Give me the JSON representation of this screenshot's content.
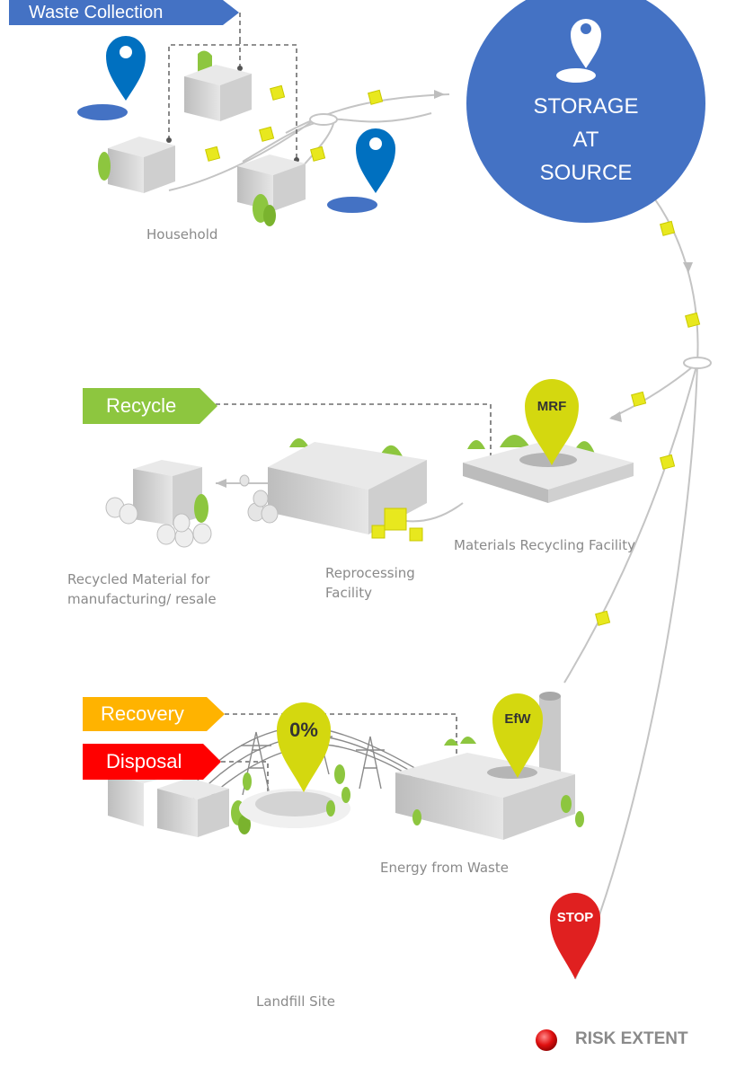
{
  "tags": {
    "waste_collection": "Waste Collection",
    "recycle": "Recycle",
    "recovery": "Recovery",
    "disposal": "Disposal"
  },
  "storage": {
    "line1": "STORAGE",
    "line2": "AT",
    "line3": "SOURCE"
  },
  "pins": {
    "mrf": "MRF",
    "efw": "EfW",
    "landfill": "0%",
    "stop": "STOP"
  },
  "captions": {
    "household": "Household",
    "materials_recycling_facility": "Materials Recycling Facility",
    "reprocessing_line1": "Reprocessing",
    "reprocessing_line2": "Facility",
    "recycled_line1": "Recycled Material for",
    "recycled_line2": "manufacturing/ resale",
    "energy_from_waste": "Energy from Waste",
    "landfill_site": "Landfill Site"
  },
  "legend": {
    "label": "RISK EXTENT"
  },
  "colors": {
    "waste_collection": "#4472c4",
    "recycle": "#8dc63f",
    "recovery": "#ffb300",
    "disposal": "#ff0000",
    "storage_circle": "#4472c4",
    "location_pin": "#0070c0",
    "facility_pin": "#d4d80f",
    "stop_pin": "#e02020",
    "waste_cube": "#e8e81e",
    "building": "#d4d4d4",
    "tree": "#8dc63f"
  }
}
